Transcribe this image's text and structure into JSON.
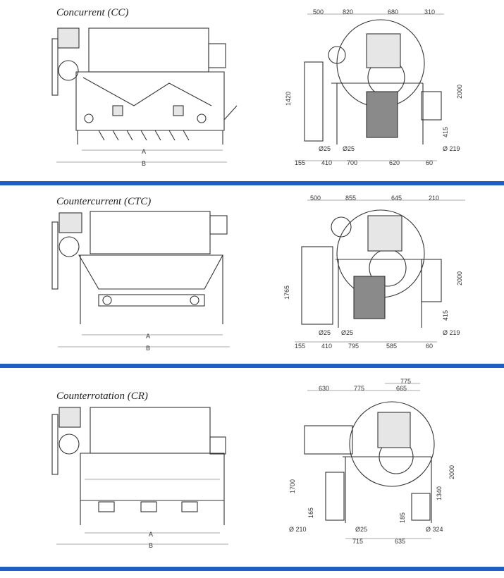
{
  "colors": {
    "band": "#1f5fc4",
    "line": "#333333"
  },
  "panels": [
    {
      "title": "Concurrent (CC)",
      "side_labels": {
        "a": "A",
        "b": "B"
      },
      "top_dims": [
        "500",
        "820",
        "680",
        "310"
      ],
      "left_dim": "1420",
      "right_dim": "2000",
      "small_dim": "415",
      "pipe_left": "Ø25",
      "pipe_mid": "Ø25",
      "pipe_right": "Ø 219",
      "bottom_dims": [
        "155",
        "410",
        "700",
        "620",
        "60"
      ]
    },
    {
      "title": "Countercurrent (CTC)",
      "side_labels": {
        "a": "A",
        "b": "B"
      },
      "top_dims": [
        "500",
        "855",
        "645",
        "210"
      ],
      "left_dim": "1765",
      "right_dim": "2000",
      "small_dim": "415",
      "pipe_left": "Ø25",
      "pipe_mid": "Ø25",
      "pipe_right": "Ø 219",
      "bottom_dims": [
        "155",
        "410",
        "795",
        "585",
        "60"
      ]
    },
    {
      "title": "Counterrotation (CR)",
      "side_labels": {
        "a": "A",
        "b": "B"
      },
      "top_dims": [
        "630",
        "775",
        "665",
        "775"
      ],
      "left_dim": "1700",
      "right_dim": "2000",
      "right_dim2": "1340",
      "small_dim": "165",
      "small_dim2": "185",
      "pipe_left": "Ø 210",
      "pipe_mid": "Ø25",
      "pipe_right": "Ø 324",
      "bottom_dims": [
        "715",
        "635"
      ]
    }
  ]
}
